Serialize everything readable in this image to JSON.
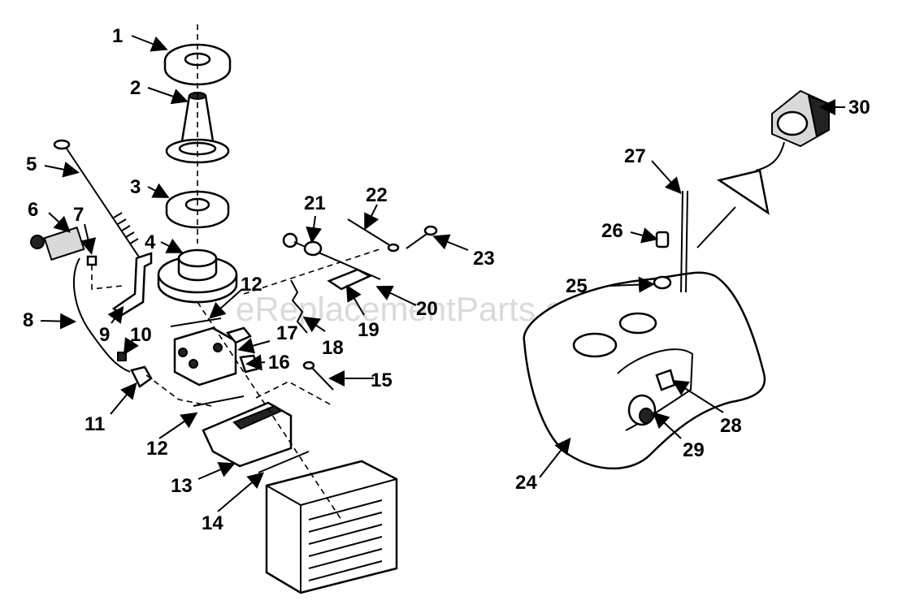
{
  "watermark": "eReplacementParts.com",
  "callouts": {
    "c1": "1",
    "c2": "2",
    "c3": "3",
    "c4": "4",
    "c5": "5",
    "c6": "6",
    "c7": "7",
    "c8": "8",
    "c9": "9",
    "c10": "10",
    "c11": "11",
    "c12a": "12",
    "c12b": "12",
    "c13": "13",
    "c14": "14",
    "c15": "15",
    "c16": "16",
    "c17": "17",
    "c18": "18",
    "c19": "19",
    "c20": "20",
    "c21": "21",
    "c22": "22",
    "c23": "23",
    "c24": "24",
    "c25": "25",
    "c26": "26",
    "c27": "27",
    "c28": "28",
    "c29": "29",
    "c30": "30"
  }
}
